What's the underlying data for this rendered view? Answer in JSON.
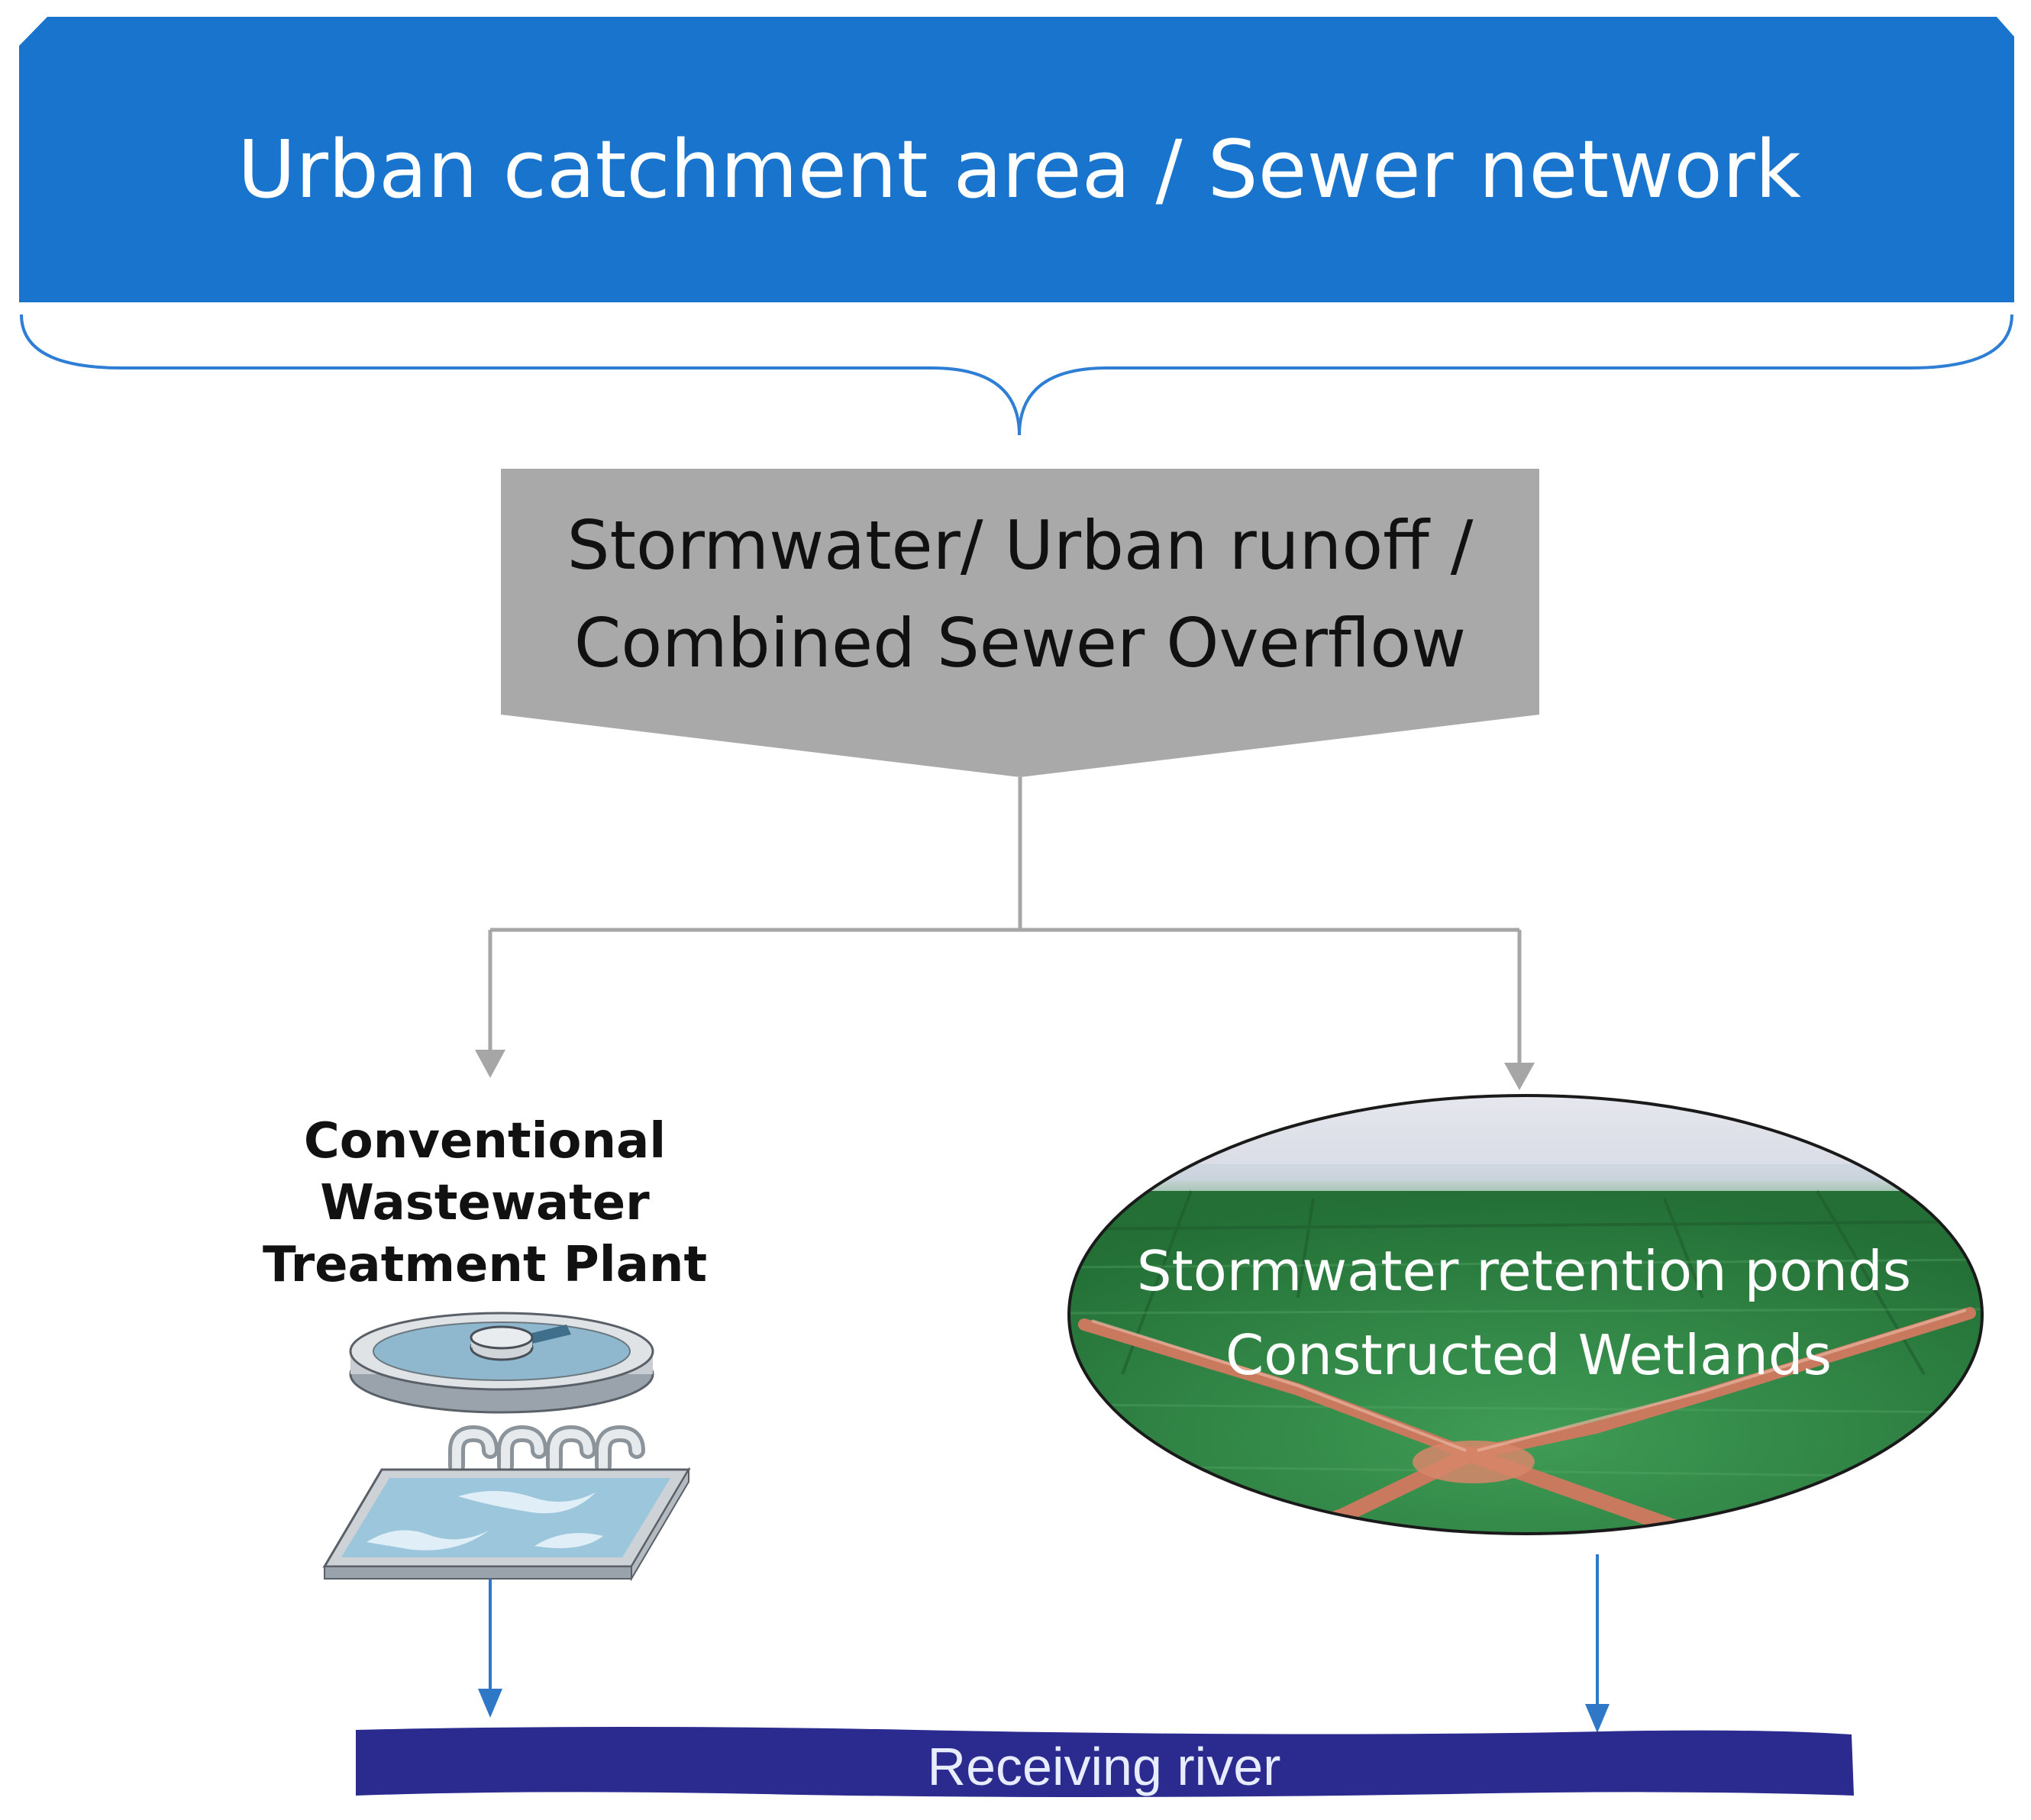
{
  "catchment": {
    "label": "Urban catchment area / Sewer network",
    "fill": "#1874cd",
    "brace_color": "#2e7ed6"
  },
  "runoff": {
    "line1": "Stormwater/ Urban runoff /",
    "line2": "Combined Sewer Overflow",
    "fill": "#a9a9a9"
  },
  "wwtp": {
    "line1": "Conventional",
    "line2": "Wastewater",
    "line3": "Treatment Plant",
    "icon": "treatment-plant-icon"
  },
  "wetlands": {
    "line1": "Stormwater retention ponds",
    "line2": "Constructed  Wetlands",
    "image": "aerial-wetland-photo"
  },
  "river": {
    "label": "Receiving river",
    "fill": "#2a2a8f"
  },
  "connector_colors": {
    "gray": "#a6a6a6",
    "blue": "#2f78c8"
  }
}
